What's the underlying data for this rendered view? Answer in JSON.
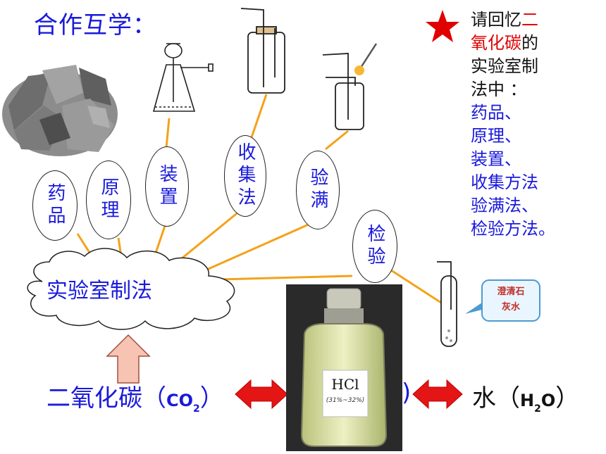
{
  "title": "合作互学：",
  "center_label": "实验室制法",
  "ovals": [
    "药品",
    "原理",
    "装置",
    "收集法",
    "验满",
    "检验"
  ],
  "recall_lines": [
    {
      "parts": [
        {
          "t": "请回忆",
          "c": "black"
        },
        {
          "t": "二",
          "c": "red"
        }
      ]
    },
    {
      "parts": [
        {
          "t": "氧化碳",
          "c": "red"
        },
        {
          "t": "的",
          "c": "black"
        }
      ]
    },
    {
      "parts": [
        {
          "t": "实验室制",
          "c": "black"
        }
      ]
    },
    {
      "parts": [
        {
          "t": "法中 ：",
          "c": "black"
        }
      ]
    },
    {
      "parts": [
        {
          "t": "药品、",
          "c": "blue"
        }
      ]
    },
    {
      "parts": [
        {
          "t": "原理、",
          "c": "blue"
        }
      ]
    },
    {
      "parts": [
        {
          "t": "装置、",
          "c": "blue"
        }
      ]
    },
    {
      "parts": [
        {
          "t": "收集方法",
          "c": "blue"
        }
      ]
    },
    {
      "parts": [
        {
          "t": "验满法、",
          "c": "blue"
        }
      ]
    },
    {
      "parts": [
        {
          "t": "检验方法。",
          "c": "blue"
        }
      ]
    }
  ],
  "co2": {
    "name": "二氧化碳（",
    "formula_main": "CO",
    "formula_sub": "2",
    "close": "）"
  },
  "water": {
    "name": "水（",
    "formula_h": "H",
    "formula_sub": "2",
    "formula_o": "O",
    "close": "）"
  },
  "hcl_bottle": {
    "label": "HCl",
    "concentration": "(31%~32%)"
  },
  "limewater_label": {
    "line1": "澄清石",
    "line2": "灰水"
  },
  "right_fragment": ")",
  "colors": {
    "title_blue": "#1a1adb",
    "accent_red": "#e00000",
    "line_orange": "#f4a21a",
    "arrow_red": "#e41515",
    "up_arrow_fill": "#f7c3b2"
  }
}
